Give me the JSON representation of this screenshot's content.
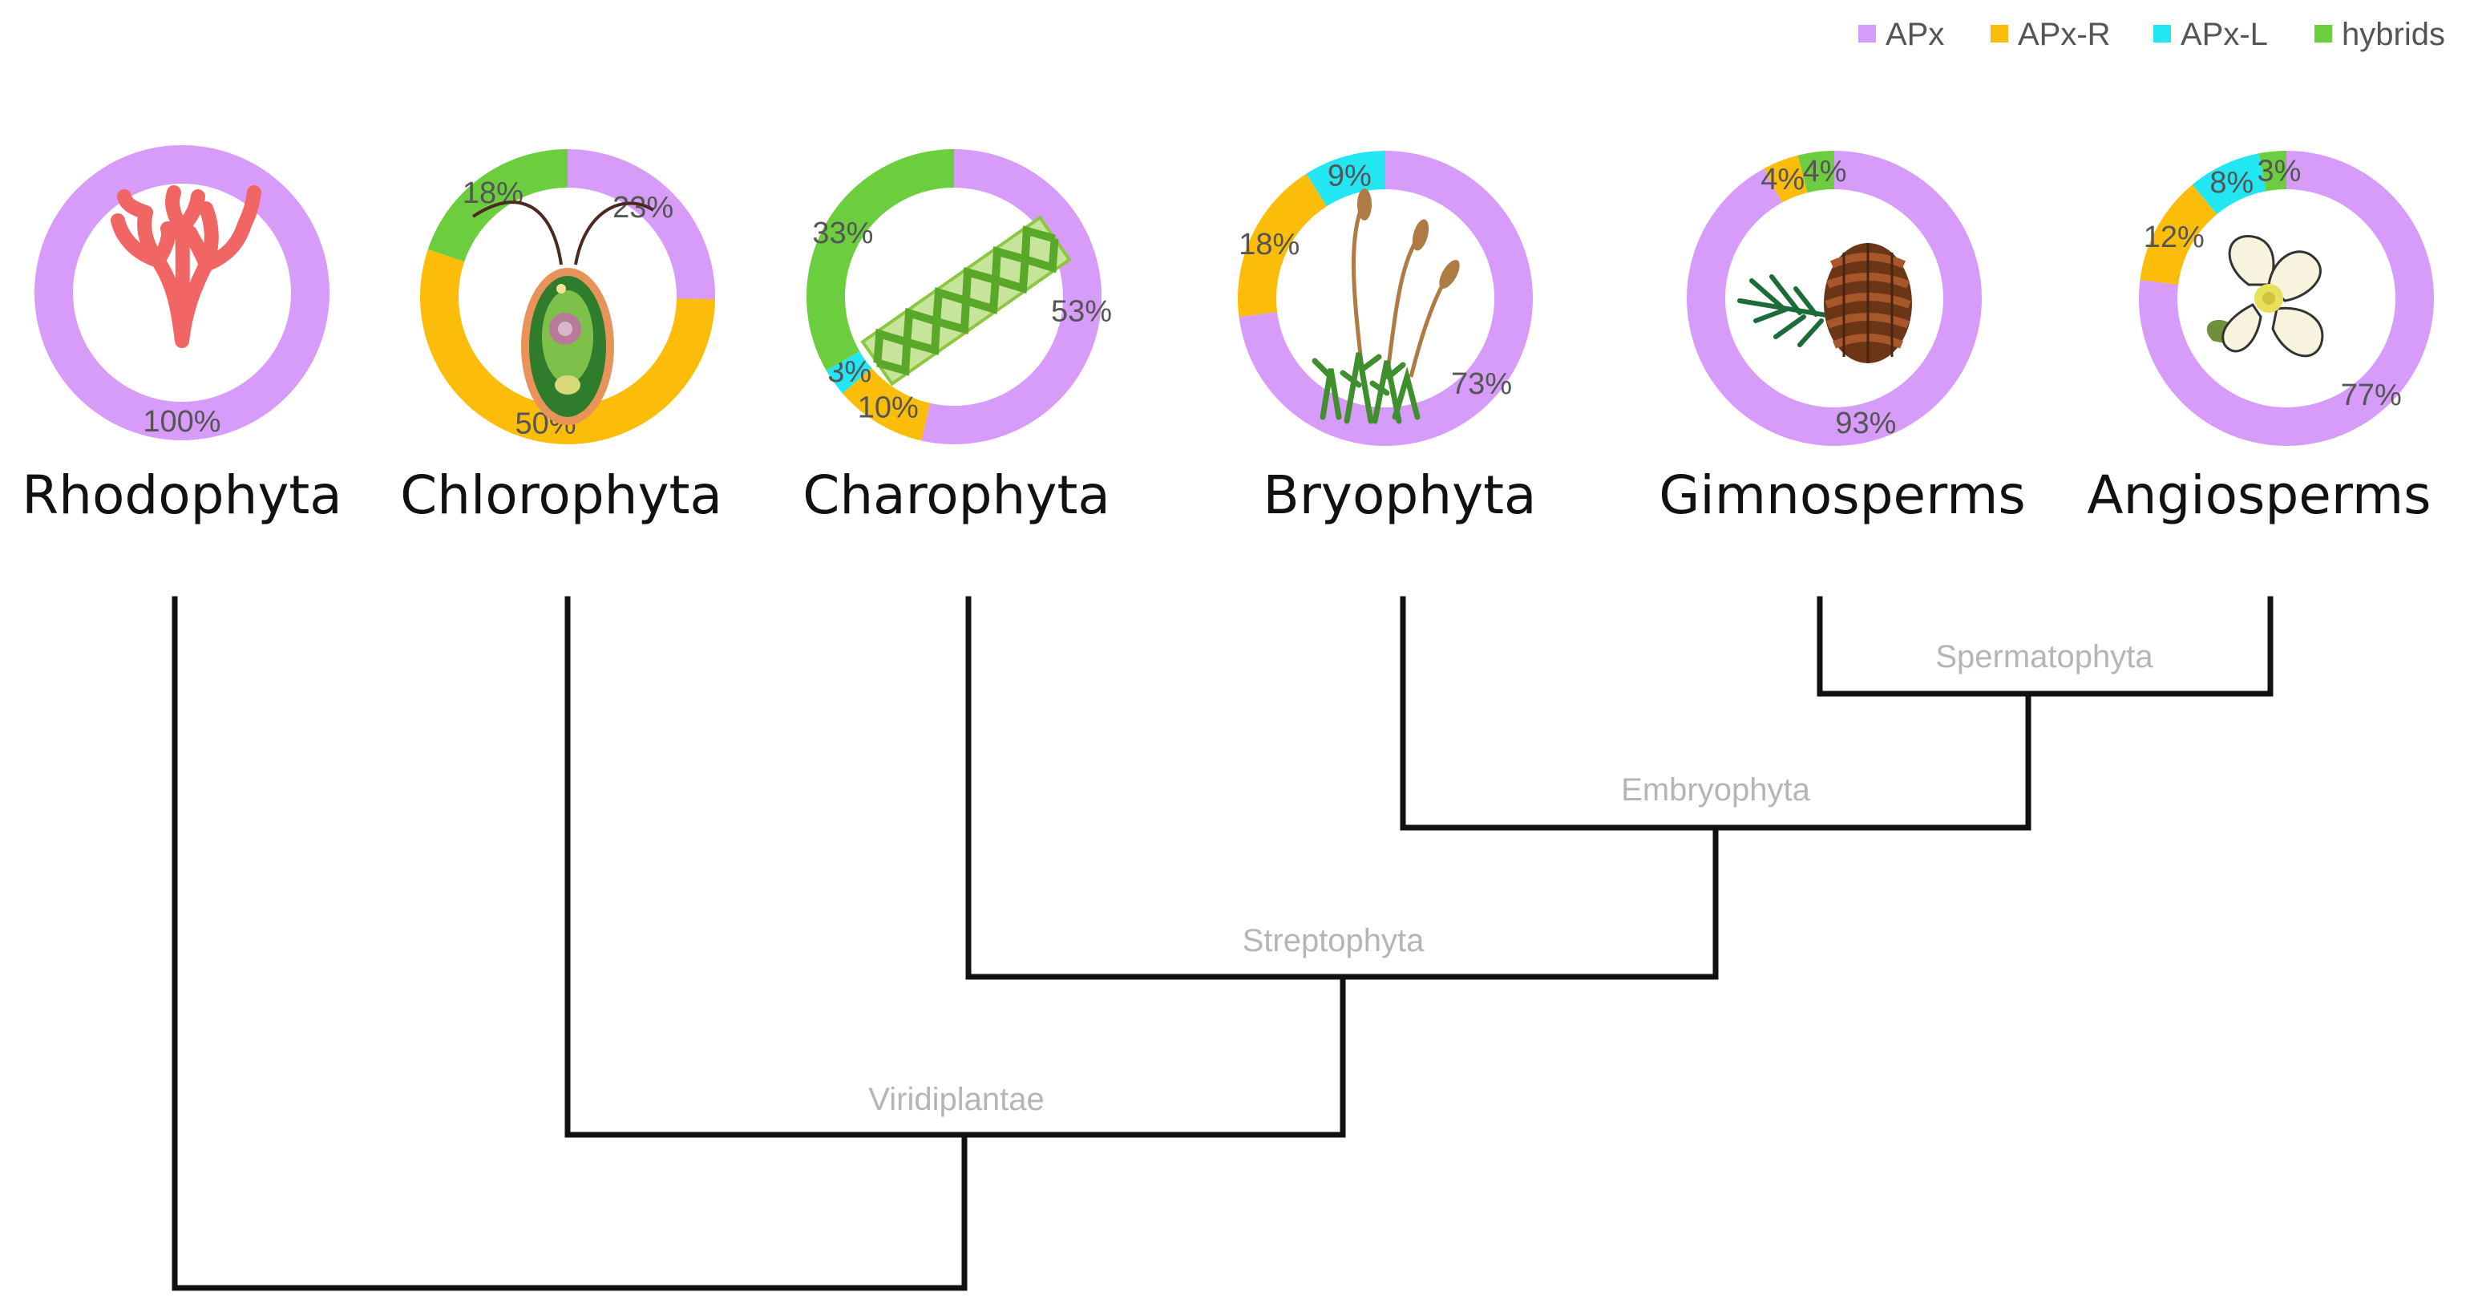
{
  "colors": {
    "APx": "#d79bfa",
    "APx-R": "#fbbd0a",
    "APx-L": "#22e6f2",
    "hybrids": "#6ccd3f"
  },
  "legend": [
    {
      "key": "APx",
      "label": "APx"
    },
    {
      "key": "APx-R",
      "label": "APx-R"
    },
    {
      "key": "APx-L",
      "label": "APx-L"
    },
    {
      "key": "hybrids",
      "label": "hybrids"
    }
  ],
  "chart_data": [
    {
      "type": "pie",
      "name": "Rhodophyta",
      "icon": "red-algae-icon",
      "slices": [
        {
          "key": "APx",
          "value": 100,
          "label": "100%"
        }
      ]
    },
    {
      "type": "pie",
      "name": "Chlorophyta",
      "icon": "green-alga-cell-icon",
      "slices": [
        {
          "key": "APx",
          "value": 23,
          "label": "23%"
        },
        {
          "key": "APx-R",
          "value": 50,
          "label": "50%"
        },
        {
          "key": "APx-L",
          "value": 0,
          "label": ""
        },
        {
          "key": "hybrids",
          "value": 18,
          "label": "18%"
        }
      ]
    },
    {
      "type": "pie",
      "name": "Charophyta",
      "icon": "filamentous-alga-icon",
      "slices": [
        {
          "key": "APx",
          "value": 53,
          "label": "53%"
        },
        {
          "key": "APx-R",
          "value": 10,
          "label": "10%"
        },
        {
          "key": "APx-L",
          "value": 3,
          "label": "3%"
        },
        {
          "key": "hybrids",
          "value": 33,
          "label": "33%"
        }
      ]
    },
    {
      "type": "pie",
      "name": "Bryophyta",
      "icon": "moss-icon",
      "slices": [
        {
          "key": "APx",
          "value": 73,
          "label": "73%"
        },
        {
          "key": "APx-R",
          "value": 18,
          "label": "18%"
        },
        {
          "key": "APx-L",
          "value": 9,
          "label": "9%"
        },
        {
          "key": "hybrids",
          "value": 0,
          "label": ""
        }
      ]
    },
    {
      "type": "pie",
      "name": "Gimnosperms",
      "icon": "pine-cone-icon",
      "slices": [
        {
          "key": "APx",
          "value": 93,
          "label": "93%"
        },
        {
          "key": "APx-R",
          "value": 4,
          "label": "4%"
        },
        {
          "key": "APx-L",
          "value": 0,
          "label": ""
        },
        {
          "key": "hybrids",
          "value": 4,
          "label": "4%"
        }
      ]
    },
    {
      "type": "pie",
      "name": "Angiosperms",
      "icon": "flower-icon",
      "slices": [
        {
          "key": "APx",
          "value": 77,
          "label": "77%"
        },
        {
          "key": "APx-R",
          "value": 12,
          "label": "12%"
        },
        {
          "key": "APx-L",
          "value": 8,
          "label": "8%"
        },
        {
          "key": "hybrids",
          "value": 3,
          "label": "3%"
        }
      ]
    }
  ],
  "tree": {
    "clades": [
      "Spermatophyta",
      "Embryophyta",
      "Streptophyta",
      "Viridiplantae"
    ]
  }
}
